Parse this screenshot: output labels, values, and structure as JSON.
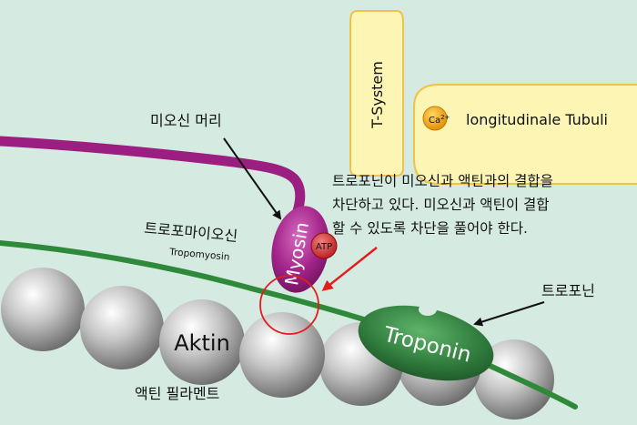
{
  "labels": {
    "t_system": "T-System",
    "longitudinale_tubuli": "longitudinale Tubuli",
    "ca": "Ca",
    "ca_charge": "2+",
    "myosin_head_ko": "미오신 머리",
    "myosin": "Myosin",
    "atp": "ATP",
    "tropomyosin_ko": "트로포마이오신",
    "tropomyosin": "Tropomyosin",
    "troponin_ko": "트로포닌",
    "troponin": "Troponin",
    "aktin": "Aktin",
    "actin_filament_ko": "액틴 필라멘트"
  },
  "caption_lines": [
    "트로포닌이 미오신과 액틴과의 결합을",
    "차단하고 있다. 미오신과 액틴이 결합",
    "할 수 있도록 차단을 풀어야 한다."
  ],
  "colors": {
    "background": "#d5eae1",
    "tubule_fill": "#fdf5b4",
    "tubule_stroke": "#efc24a",
    "myosin": "#9a1f80",
    "tropomyosin": "#2e8a3a",
    "troponin": "#2f7a3c",
    "actin": "#b5b5b5",
    "atp": "#cc2a2a",
    "ca": "#f2a812",
    "highlight_circle": "#e41c1c"
  }
}
